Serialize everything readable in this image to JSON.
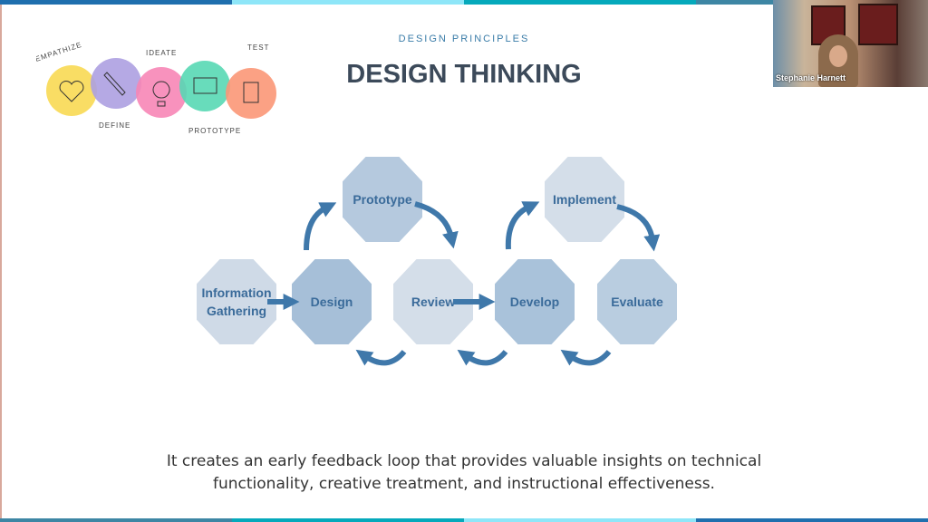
{
  "slide": {
    "subtitle": "DESIGN PRINCIPLES",
    "title": "DESIGN THINKING",
    "caption_line1": "It creates an early feedback loop that provides valuable insights on technical",
    "caption_line2": "functionality, creative treatment, and instructional effectiveness."
  },
  "doodle": {
    "stages": [
      "EMPATHIZE",
      "DEFINE",
      "IDEATE",
      "PROTOTYPE",
      "TEST"
    ],
    "colors": [
      "#f9dc5c",
      "#a99be0",
      "#f77fb3",
      "#4fd6b0",
      "#fb9170"
    ]
  },
  "diagram": {
    "nodes": [
      {
        "label1": "Information",
        "label2": "Gathering",
        "color": "#cfdae7"
      },
      {
        "label": "Design",
        "color": "#a6bfd8"
      },
      {
        "label": "Prototype",
        "color": "#b5c9de"
      },
      {
        "label": "Review",
        "color": "#d4dee9"
      },
      {
        "label": "Develop",
        "color": "#a9c2da"
      },
      {
        "label": "Implement",
        "color": "#d4dee9"
      },
      {
        "label": "Evaluate",
        "color": "#b9cde0"
      }
    ],
    "arrow_color": "#3f78aa"
  },
  "webcam": {
    "participant_name": "Stephanie Harnett"
  },
  "colors": {
    "bar": [
      "#1f6fae",
      "#8ee6f8",
      "#05a9bb",
      "#3d86a4"
    ]
  }
}
